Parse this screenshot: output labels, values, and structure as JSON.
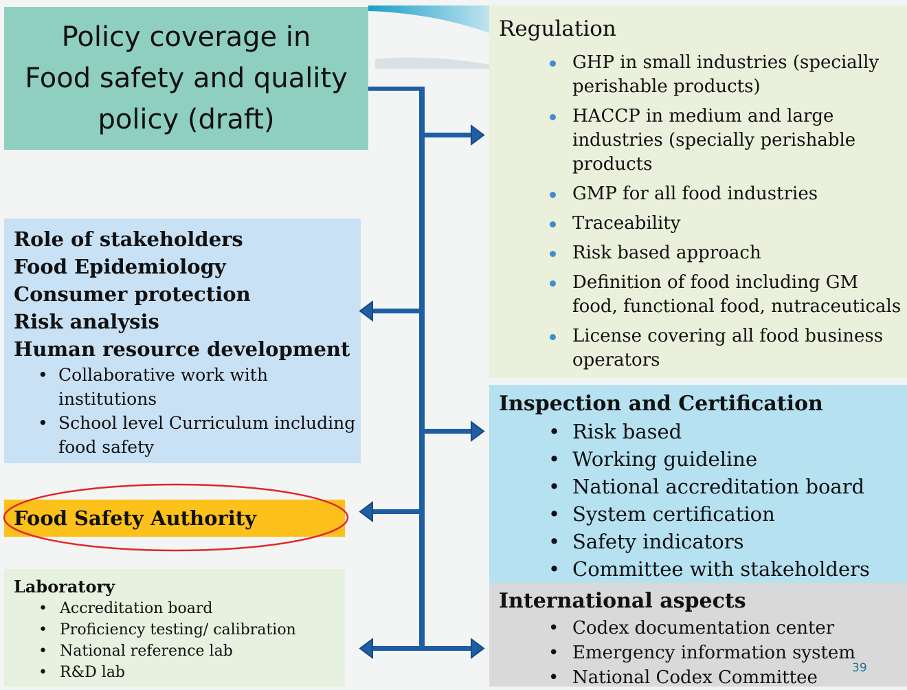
{
  "title": {
    "line1": "Policy coverage in",
    "line2": "Food safety and quality",
    "line3": "policy (draft)"
  },
  "regulation": {
    "heading": "Regulation",
    "items": [
      "GHP in small industries (specially perishable products)",
      "HACCP in medium and large industries (specially perishable products",
      "GMP for all food industries",
      "Traceability",
      "Risk based approach",
      "Definition of food including GM food, functional food, nutraceuticals",
      "License covering all food business operators"
    ]
  },
  "stakeholders": {
    "lines": [
      "Role of stakeholders",
      "Food Epidemiology",
      "Consumer protection",
      "Risk analysis",
      "Human resource development"
    ],
    "items": [
      "Collaborative work with institutions",
      "School level Curriculum including food safety"
    ]
  },
  "food_safety_authority": {
    "label": "Food Safety Authority"
  },
  "laboratory": {
    "heading": "Laboratory",
    "items": [
      "Accreditation board",
      "Proficiency testing/ calibration",
      "National reference lab",
      "R&D lab"
    ]
  },
  "inspection": {
    "heading": "Inspection and Certification",
    "items": [
      "Risk based",
      "Working guideline",
      "National accreditation board",
      "System certification",
      "Safety indicators",
      "Committee with stakeholders"
    ]
  },
  "international": {
    "heading": "International aspects",
    "items": [
      "Codex documentation center",
      "Emergency information system",
      "National Codex Committee"
    ]
  },
  "page_number": "39",
  "colors": {
    "title_bg": "#8fcfbf",
    "regulation_bg": "#ebf0dc",
    "stakeholders_bg": "#c9e1f5",
    "authority_bg": "#fcc11a",
    "laboratory_bg": "#e6f1df",
    "inspection_bg": "#b5e1f1",
    "international_bg": "#d9d9d9",
    "connector": "#1f5ea3",
    "highlight_ellipse": "#e0262a"
  }
}
